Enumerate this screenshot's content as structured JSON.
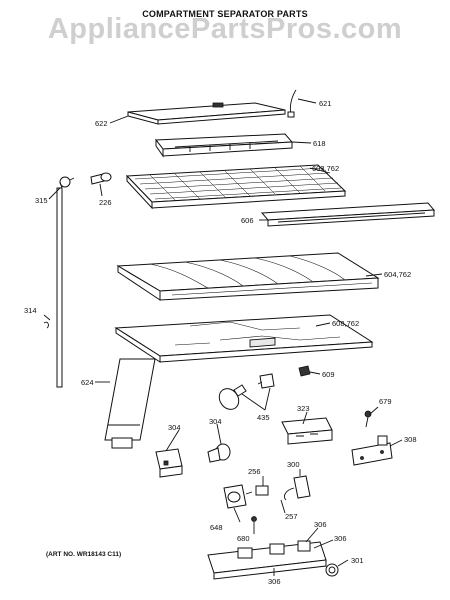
{
  "watermark": "AppliancePartsPros.com",
  "title": "COMPARTMENT SEPARATOR PARTS",
  "art_no": "(ART NO. WR18143 C11)",
  "callouts": {
    "c621": "621",
    "c622": "622",
    "c618": "618",
    "c603": "603,762",
    "c315": "315",
    "c226": "226",
    "c606": "606",
    "c604": "604,762",
    "c314": "314",
    "c608": "608,762",
    "c624": "624",
    "c609": "609",
    "c679": "679",
    "c323": "323",
    "c304a": "304",
    "c304b": "304",
    "c435": "435",
    "c308": "308",
    "c256": "256",
    "c300": "300",
    "c648": "648",
    "c257": "257",
    "c680": "680",
    "c306a": "306",
    "c306b": "306",
    "c306c": "306",
    "c301": "301"
  }
}
